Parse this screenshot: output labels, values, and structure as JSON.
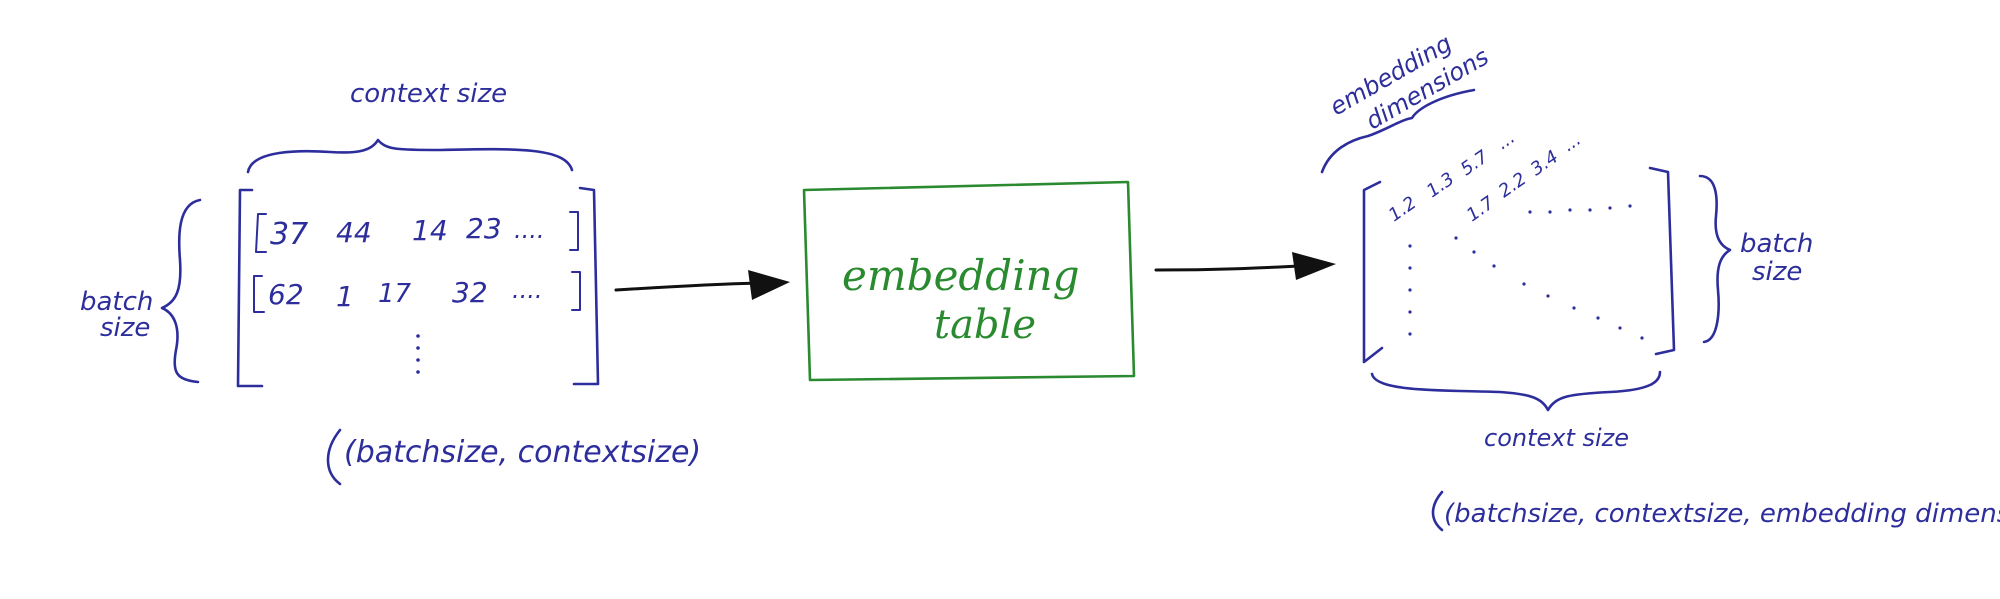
{
  "left": {
    "top_label": "context size",
    "side_label_1": "batch",
    "side_label_2": "size",
    "row1": [
      "37",
      "44",
      "14",
      "23",
      "...."
    ],
    "row2": [
      "62",
      "1",
      "17",
      "32",
      "...."
    ],
    "shape_label": "(batchsize, contextsize)"
  },
  "middle": {
    "line1": "embedding",
    "line2": "table"
  },
  "right": {
    "top_label_1": "embedding",
    "top_label_2": "dimensions",
    "right_label_1": "batch",
    "right_label_2": "size",
    "bottom_label": "context size",
    "values_row": [
      "1.2",
      "1.3",
      "5.7",
      "...",
      "1.7",
      "2.2",
      "3.4",
      "..."
    ],
    "shape_label": "(batchsize, contextsize, embedding dimension)"
  }
}
